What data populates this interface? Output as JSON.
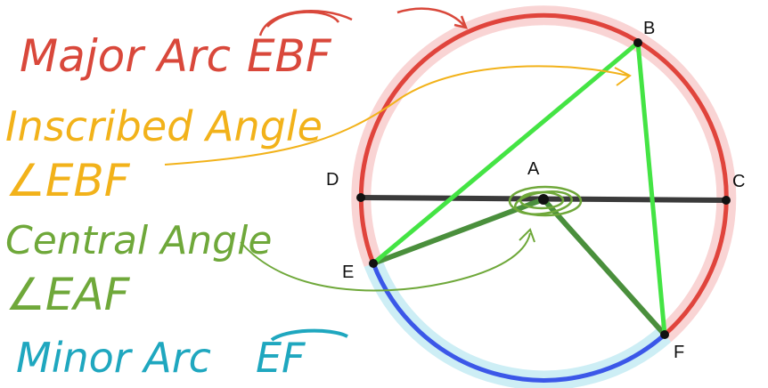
{
  "colors": {
    "major_arc": "#e0443c",
    "minor_arc": "#3b57e8",
    "major_halo": "#f9d4d4",
    "minor_halo": "#cdeef5",
    "diameter": "#3a3a3a",
    "inscribed": "#44e444",
    "central": "#4a8f3c",
    "label_major": "#d9483b",
    "label_inscribed": "#f2b21a",
    "label_central": "#6fa83a",
    "label_minor": "#1fa7bf"
  },
  "points": {
    "A": "A",
    "B": "B",
    "C": "C",
    "D": "D",
    "E": "E",
    "F": "F"
  },
  "annotations": {
    "major_arc": {
      "prefix": "Major Arc",
      "arc": "EBF"
    },
    "inscribed_angle": {
      "line1": "Inscribed Angle",
      "line2": "∠EBF"
    },
    "central_angle": {
      "line1": "Central Angle",
      "line2": "∠EAF"
    },
    "minor_arc": {
      "prefix": "Minor Arc",
      "arc": "EF"
    }
  }
}
